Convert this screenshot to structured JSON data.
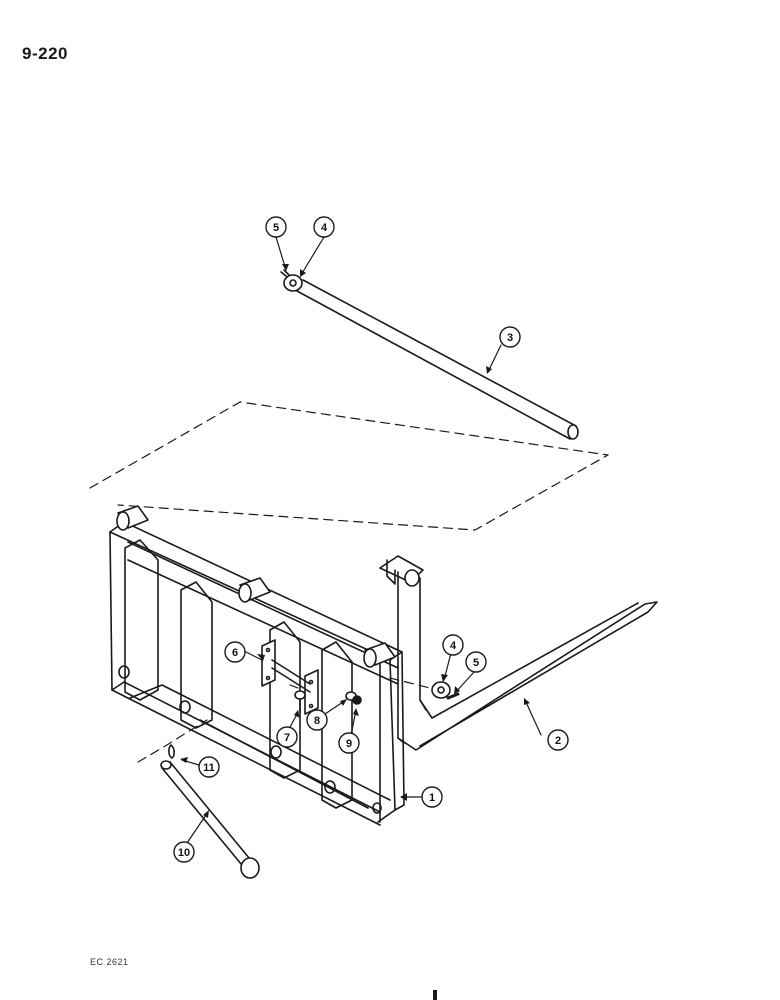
{
  "header": {
    "page_number": "9-220"
  },
  "footer": {
    "figure_code": "EC 2621"
  },
  "callouts": {
    "c1": "1",
    "c2": "2",
    "c3": "3",
    "c4_top": "4",
    "c5_top": "5",
    "c4_fork": "4",
    "c5_fork": "5",
    "c6": "6",
    "c7": "7",
    "c8": "8",
    "c9": "9",
    "c10": "10",
    "c11": "11"
  },
  "colors": {
    "line": "#1a1a1a",
    "paper": "#ffffff"
  }
}
